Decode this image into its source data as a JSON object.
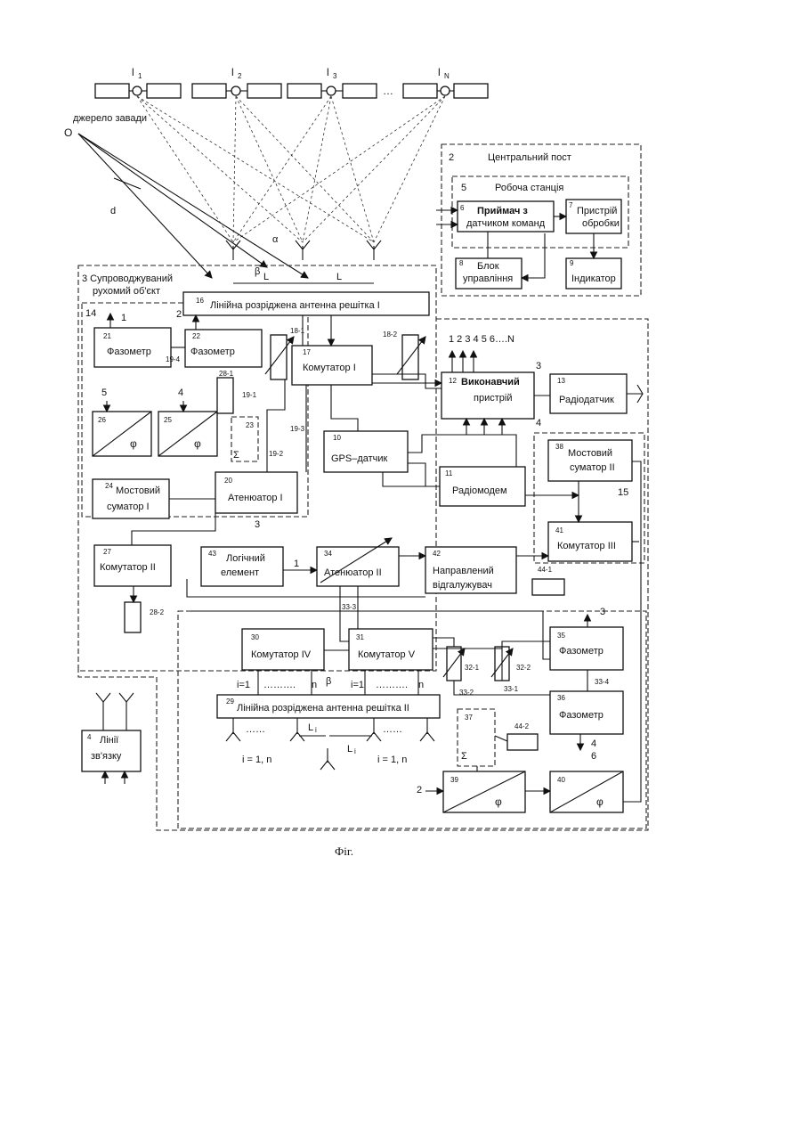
{
  "top": {
    "lines": [
      {
        "label": "l",
        "sub": "1"
      },
      {
        "label": "l",
        "sub": "2"
      },
      {
        "label": "l",
        "sub": "3"
      },
      {
        "label": "l",
        "sub": "N"
      }
    ],
    "ellipsis": "…",
    "jammer": "джерело завади",
    "o": "O",
    "d": "d"
  },
  "groups": {
    "central": {
      "num": "2",
      "title": "Центральний пост"
    },
    "station": {
      "num": "5",
      "title": "Робоча станція"
    },
    "object": {
      "title1": "3 Супроводжуваний",
      "title2": "рухомий об'єкт"
    },
    "g14": "14",
    "g15": "15"
  },
  "blocks": {
    "b6": {
      "num": "6",
      "l1": "Приймач з",
      "l2": "датчиком команд"
    },
    "b7": {
      "num": "7",
      "l1": "Пристрій",
      "l2": "обробки"
    },
    "b8": {
      "num": "8",
      "l1": "Блок",
      "l2": "управління"
    },
    "b9": {
      "num": "9",
      "l1": "Індикатор"
    },
    "b16": {
      "num": "16",
      "l1": "Лінійна розріджена антенна решітка I"
    },
    "b21": {
      "num": "21",
      "l1": "Фазометр"
    },
    "b22": {
      "num": "22",
      "l1": "Фазометр"
    },
    "b17": {
      "num": "17",
      "l1": "Комутатор I"
    },
    "b12": {
      "num": "12",
      "l1": "Виконавчий",
      "l2": "пристрій"
    },
    "b13": {
      "num": "13",
      "l1": "Радіодатчик"
    },
    "b26": {
      "num": "26",
      "sym": "φ"
    },
    "b25": {
      "num": "25",
      "sym": "φ"
    },
    "b23": {
      "num": "23"
    },
    "b10": {
      "num": "10",
      "l1": "GPS–датчик"
    },
    "b38": {
      "num": "38",
      "l1": "Мостовий",
      "l2": "суматор II"
    },
    "b11": {
      "num": "11",
      "l1": "Радіомодем"
    },
    "b24": {
      "num": "24",
      "l1": "Мостовий",
      "l2": "суматор I"
    },
    "b20": {
      "num": "20",
      "l1": "Атенюатор I"
    },
    "b41": {
      "num": "41",
      "l1": "Комутатор III"
    },
    "b27": {
      "num": "27",
      "l1": "Комутатор II"
    },
    "b43": {
      "num": "43",
      "l1": "Логічний",
      "l2": "елемент"
    },
    "b34": {
      "num": "34",
      "l1": "Атенюатор II"
    },
    "b42": {
      "num": "42",
      "l1": "Направлений",
      "l2": "відгалужувач"
    },
    "b30": {
      "num": "30",
      "l1": "Комутатор IV"
    },
    "b31": {
      "num": "31",
      "l1": "Комутатор V"
    },
    "b35": {
      "num": "35",
      "l1": "Фазометр"
    },
    "b36": {
      "num": "36",
      "l1": "Фазометр"
    },
    "b29": {
      "num": "29",
      "l1": "Лінійна розріджена антенна решітка II"
    },
    "b4": {
      "num": "4",
      "l1": "Лінії",
      "l2": "зв'язку"
    },
    "b39": {
      "num": "39",
      "sym": "φ"
    },
    "b40": {
      "num": "40",
      "sym": "φ"
    }
  },
  "marks": {
    "m18_1": "18-1",
    "m18_2": "18-2",
    "m28_1": "28-1",
    "m28_2": "28-2",
    "m19_4": "19-4",
    "m19_1": "19-1",
    "m19_2": "19-2",
    "m19_3": "19-3",
    "m32_1": "32-1",
    "m32_2": "32-2",
    "m33_2": "33-2",
    "m33_1": "33-1",
    "m33_4": "33-4",
    "m33_3": "33-3",
    "m44_1": "44-1",
    "m44_2": "44-2",
    "m37": "37",
    "sigma": "Σ",
    "beta": "β",
    "alpha": "α",
    "L": "L",
    "L_sub": "i",
    "out_list": "1 2 3 4 5 6….N",
    "i1": "i=1",
    "nn": "n",
    "nn_sub": "n",
    "i_range1": "i = 1, n",
    "i_range2": "i = 1, n",
    "dots": "……….",
    "dots2": "……",
    "n1": "1",
    "n2": "2",
    "n3": "3",
    "n4": "4",
    "n5": "5",
    "n6": "6"
  },
  "caption": "Фіг."
}
